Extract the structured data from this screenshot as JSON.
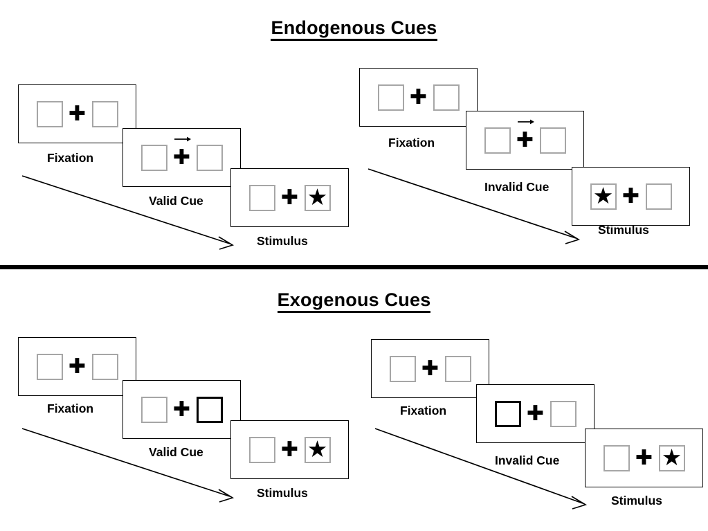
{
  "figure": {
    "background_color": "#ffffff",
    "line_color": "#000000",
    "placeholder_box_color": "#a6a6a6"
  },
  "sections": [
    {
      "id": "endogenous",
      "title": "Endogenous Cues",
      "cue_type": "central-arrow",
      "trials": [
        {
          "id": "endogenous-valid",
          "condition": "valid",
          "panels": [
            {
              "caption": "Fixation",
              "left_box": "empty",
              "right_box": "empty",
              "cue_arrow": false,
              "plus": "+"
            },
            {
              "caption": "Valid Cue",
              "left_box": "empty",
              "right_box": "empty",
              "cue_arrow": true,
              "cue_direction": "right",
              "plus": "+"
            },
            {
              "caption": "Stimulus",
              "left_box": "empty",
              "right_box": "star",
              "cue_arrow": false,
              "plus": "+"
            }
          ]
        },
        {
          "id": "endogenous-invalid",
          "condition": "invalid",
          "panels": [
            {
              "caption": "Fixation",
              "left_box": "empty",
              "right_box": "empty",
              "cue_arrow": false,
              "plus": "+"
            },
            {
              "caption": "Invalid Cue",
              "left_box": "empty",
              "right_box": "empty",
              "cue_arrow": true,
              "cue_direction": "right",
              "plus": "+"
            },
            {
              "caption": "Stimulus",
              "left_box": "star",
              "right_box": "empty",
              "cue_arrow": false,
              "plus": "+"
            }
          ]
        }
      ]
    },
    {
      "id": "exogenous",
      "title": "Exogenous Cues",
      "cue_type": "peripheral-box-flash",
      "trials": [
        {
          "id": "exogenous-valid",
          "condition": "valid",
          "panels": [
            {
              "caption": "Fixation",
              "left_box": "empty",
              "right_box": "empty",
              "cue_arrow": false,
              "plus": "+"
            },
            {
              "caption": "Valid Cue",
              "left_box": "empty",
              "right_box": "cued",
              "cue_arrow": false,
              "plus": "+"
            },
            {
              "caption": "Stimulus",
              "left_box": "empty",
              "right_box": "star",
              "cue_arrow": false,
              "plus": "+"
            }
          ]
        },
        {
          "id": "exogenous-invalid",
          "condition": "invalid",
          "panels": [
            {
              "caption": "Fixation",
              "left_box": "empty",
              "right_box": "empty",
              "cue_arrow": false,
              "plus": "+"
            },
            {
              "caption": "Invalid Cue",
              "left_box": "cued",
              "right_box": "empty",
              "cue_arrow": false,
              "plus": "+"
            },
            {
              "caption": "Stimulus",
              "left_box": "empty",
              "right_box": "star",
              "cue_arrow": false,
              "plus": "+"
            }
          ]
        }
      ]
    },
    {
      "id": "divider",
      "title": ""
    }
  ],
  "glyphs": {
    "star": "★",
    "plus": "✚"
  }
}
